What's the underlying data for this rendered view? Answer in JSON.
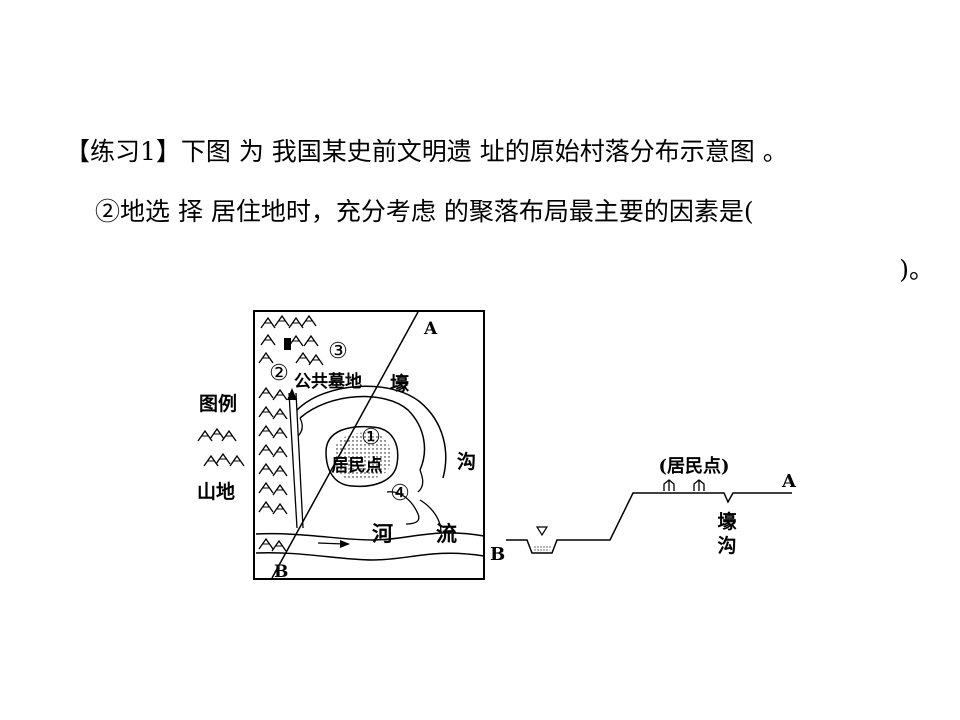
{
  "question": {
    "line1": "【练习1】下图 为 我国某史前文明遗 址的原始村落分布示意图 。",
    "line2": "②地选 择 居住地时，充分考虑 的聚落布局最主要的因素是(",
    "line3": ")。"
  },
  "map": {
    "legend_title": "图例",
    "legend_label": "山地",
    "cemetery_label": "公共墓地",
    "moat_label": "壕",
    "ditch_label": "沟",
    "settlement_label": "居民点",
    "river_char1": "河",
    "river_char2": "流",
    "point_a": "A",
    "point_b": "B",
    "marker1": "①",
    "marker2": "②",
    "marker3": "③",
    "marker4": "④"
  },
  "profile": {
    "settlement_label": "(居民点)",
    "point_a": "A",
    "point_b": "B",
    "moat_char1": "壕",
    "moat_char2": "沟"
  }
}
